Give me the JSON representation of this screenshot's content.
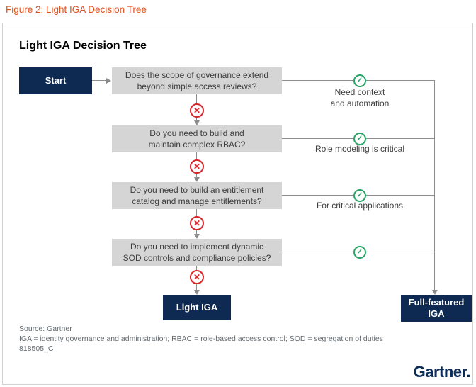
{
  "page": {
    "figure_caption": "Figure 2: Light IGA Decision Tree"
  },
  "diagram": {
    "title": "Light IGA Decision Tree",
    "start_label": "Start",
    "questions": [
      {
        "text": "Does the scope of governance extend\nbeyond simple access reviews?",
        "yes_label": "Need context\nand automation"
      },
      {
        "text": "Do you need to build and\nmaintain complex RBAC?",
        "yes_label": "Role modeling is critical"
      },
      {
        "text": "Do you need to build an entitlement\ncatalog and manage entitlements?",
        "yes_label": "For critical applications"
      },
      {
        "text": "Do you need to implement dynamic\nSOD controls and compliance policies?",
        "yes_label": ""
      }
    ],
    "no_outcome": "Light IGA",
    "yes_outcome": "Full-featured\nIGA",
    "icons": {
      "yes_glyph": "✓",
      "no_glyph": "✕"
    }
  },
  "footer": {
    "source": "Source: Gartner",
    "abbreviations": "IGA = identity governance and administration; RBAC = role-based access control; SOD = segregation of duties",
    "figure_id": "818505_C",
    "brand": "Gartner."
  },
  "colors": {
    "navy": "#0f2a52",
    "caption_orange": "#e0531e",
    "yes_green": "#28a567",
    "no_red": "#d7282c",
    "question_gray": "#d5d5d5",
    "line_gray": "#8c8c8c"
  }
}
